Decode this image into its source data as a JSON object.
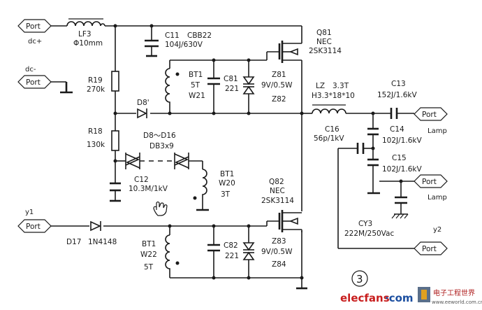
{
  "ports": {
    "p1": {
      "text": "Port",
      "sub": "dc+"
    },
    "p2": {
      "text": "Port",
      "sub": "dc-"
    },
    "p3": {
      "text": "Port",
      "sub": "y1"
    },
    "p4": {
      "text": "Port",
      "sub": "Lamp"
    },
    "p5": {
      "text": "Port",
      "sub": "Lamp"
    },
    "p6": {
      "text": "Port",
      "sub": "y2"
    }
  },
  "components": {
    "lf3": {
      "name": "LF3",
      "value": "Φ10mm"
    },
    "c11": {
      "name": "C11",
      "model": "CBB22",
      "value": "104J/630V"
    },
    "q81": {
      "name": "Q81",
      "maker": "NEC",
      "part": "2SK3114"
    },
    "r19": {
      "name": "R19",
      "value": "270k"
    },
    "bt1a": {
      "name": "BT1",
      "turns": "5T",
      "winding": "W21"
    },
    "c81": {
      "name": "C81",
      "value": "221"
    },
    "z81": {
      "name": "Z81",
      "value": "9V/0.5W",
      "pair": "Z82"
    },
    "d8": {
      "name": "D8'"
    },
    "r18": {
      "name": "R18",
      "value": "130k"
    },
    "d8_d16": {
      "name": "D8～D16",
      "part": "DB3x9"
    },
    "c12": {
      "name": "C12",
      "value": "10.3M/1kV"
    },
    "bt1b": {
      "name": "BT1",
      "winding": "W20",
      "turns": "3T"
    },
    "lz": {
      "name": "LZ",
      "value": "3.3T",
      "core": "H3.3*18*10"
    },
    "c13": {
      "name": "C13",
      "value": "152J/1.6kV"
    },
    "c16": {
      "name": "C16",
      "value": "56p/1kV"
    },
    "c14": {
      "name": "C14",
      "value": "102J/1.6kV"
    },
    "c15": {
      "name": "C15",
      "value": "102J/1.6kV"
    },
    "cy3": {
      "name": "CY3",
      "value": "222M/250Vac"
    },
    "q82": {
      "name": "Q82",
      "maker": "NEC",
      "part": "2SK3114"
    },
    "d17": {
      "name": "D17",
      "part": "1N4148"
    },
    "bt1c": {
      "name": "BT1",
      "winding": "W22",
      "turns": "5T"
    },
    "c82": {
      "name": "C82",
      "value": "221"
    },
    "z83": {
      "name": "Z83",
      "value": "9V/0.5W",
      "pair": "Z84"
    }
  },
  "page_number": "3",
  "watermark": {
    "site_red": "elecfans",
    "site_blue": "·com",
    "cn_name": "电子工程世界",
    "url": "www.eeworld.com.cn"
  }
}
